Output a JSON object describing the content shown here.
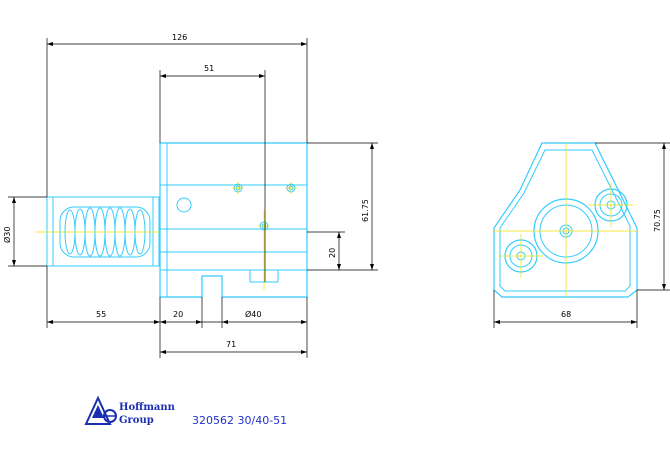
{
  "drawing": {
    "dimensions": {
      "overall_length": "126",
      "head_length": "51",
      "height_right": "61.75",
      "offset_height": "20",
      "shank_diameter": "Ø30",
      "shank_length": "55",
      "shoulder": "20",
      "bore_diameter": "Ø40",
      "body_length": "71",
      "front_width": "68",
      "front_height": "70.75"
    },
    "colors": {
      "part_outline": "#33ccff",
      "center_lines": "#f2e000",
      "dimension_lines": "#000000",
      "brand": "#1a2fb0"
    }
  },
  "footer": {
    "logo_line1": "Hoffmann",
    "logo_line2": "Group",
    "part_number": "320562 30/40-51"
  }
}
